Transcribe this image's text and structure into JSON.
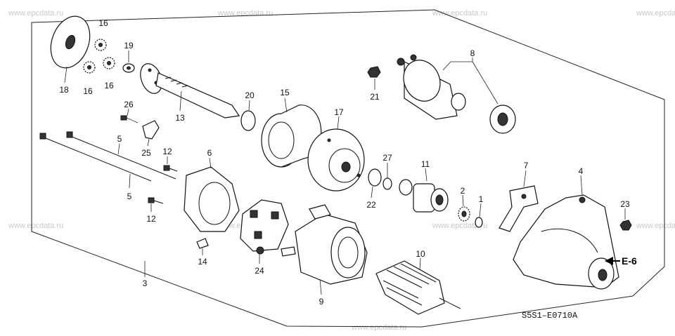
{
  "watermark": "www.epcdata.ru",
  "diagram_code": "S5S1–E0710A",
  "reference_label": "E-6",
  "callouts": {
    "p1": "1",
    "p2": "2",
    "p3": "3",
    "p4": "4",
    "p5a": "5",
    "p5b": "5",
    "p6": "6",
    "p7": "7",
    "p8": "8",
    "p9": "9",
    "p10": "10",
    "p11": "11",
    "p12a": "12",
    "p12b": "12",
    "p13": "13",
    "p14": "14",
    "p15": "15",
    "p16a": "16",
    "p16b": "16",
    "p16c": "16",
    "p17": "17",
    "p18": "18",
    "p19": "19",
    "p20": "20",
    "p21": "21",
    "p22": "22",
    "p23": "23",
    "p24": "24",
    "p25": "25",
    "p26": "26",
    "p27": "27"
  }
}
